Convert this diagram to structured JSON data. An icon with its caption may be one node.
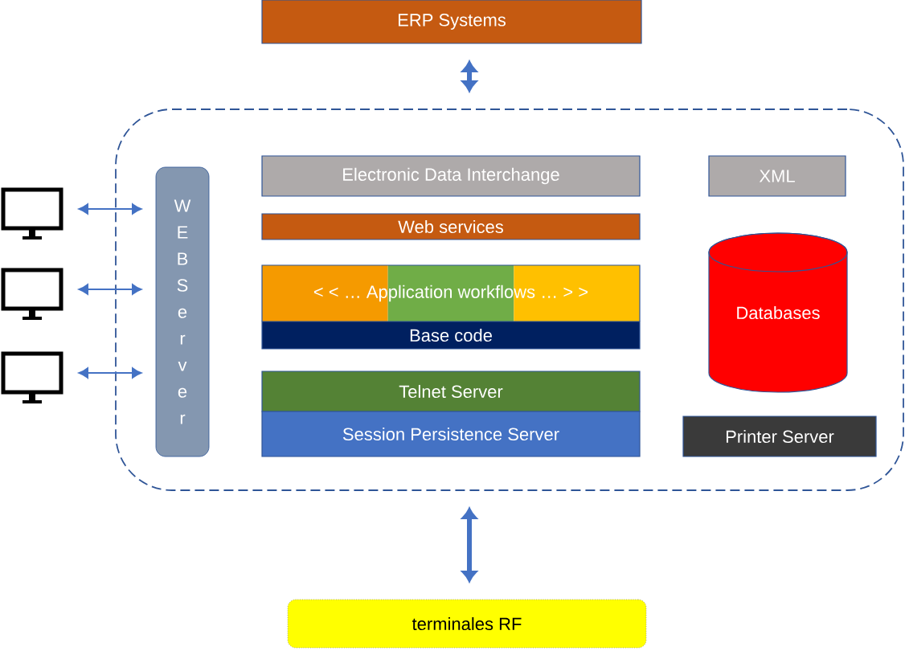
{
  "diagram": {
    "nodes": [
      {
        "text": [
          "ERP Systems"
        ]
      },
      {
        "text": [],
        "shape": "box"
      },
      {
        "text": [
          "WEB Server"
        ],
        "in": 1
      },
      {
        "text": [
          "Electronic Data Interchange"
        ],
        "in": 1
      },
      {
        "text": [
          "XML"
        ],
        "in": 1
      },
      {
        "text": [
          "Web services"
        ],
        "in": 1
      },
      {
        "text": [
          "< < … Application workflows … > >"
        ],
        "in": 1
      },
      {
        "text": [
          "Base code"
        ],
        "in": 1
      },
      {
        "text": [
          "Databases"
        ],
        "in": 1
      },
      {
        "text": [
          "Telnet Server"
        ],
        "in": 1
      },
      {
        "text": [
          "Session Persistence Server"
        ],
        "in": 1
      },
      {
        "text": [
          "Printer Server"
        ],
        "in": 1
      },
      {
        "text": [],
        "shape": "monitor"
      },
      {
        "text": [],
        "shape": "monitor"
      },
      {
        "text": [],
        "shape": "monitor"
      },
      {
        "text": [
          "terminales RF"
        ]
      }
    ],
    "edges": [
      {
        "from": 0,
        "to": 1,
        "arrow": "both",
        "style": "thick"
      },
      {
        "from": 12,
        "to": 2,
        "arrow": "both"
      },
      {
        "from": 13,
        "to": 2,
        "arrow": "both"
      },
      {
        "from": 14,
        "to": 2,
        "arrow": "both"
      },
      {
        "from": 1,
        "to": 15,
        "arrow": "both",
        "style": "thick"
      }
    ]
  }
}
